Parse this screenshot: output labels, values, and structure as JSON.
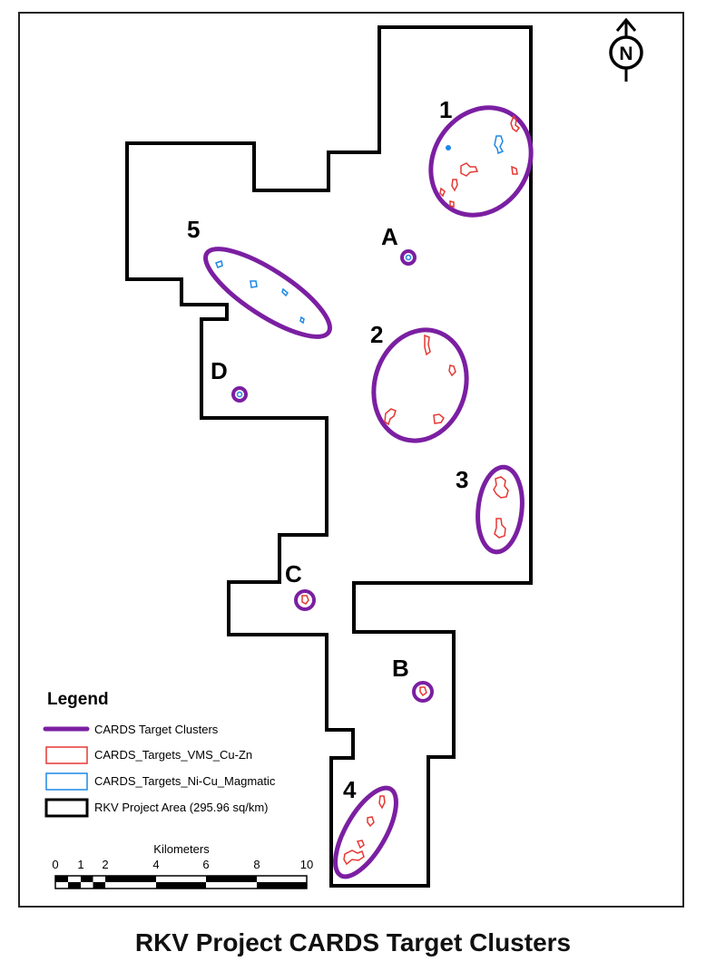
{
  "title": "RKV Project CARDS Target Clusters",
  "north_arrow_label": "N",
  "cluster_labels": {
    "c1": "1",
    "c2": "2",
    "c3": "3",
    "c4": "4",
    "c5": "5",
    "cA": "A",
    "cB": "B",
    "cC": "C",
    "cD": "D"
  },
  "legend": {
    "title": "Legend",
    "items": [
      {
        "label": "CARDS Target Clusters",
        "color": "#7b1fa2"
      },
      {
        "label": "CARDS_Targets_VMS_Cu-Zn",
        "color": "#e53935"
      },
      {
        "label": "CARDS_Targets_Ni-Cu_Magmatic",
        "color": "#1e88e5"
      },
      {
        "label": "RKV Project Area (295.96 sq/km)",
        "color": "#000000"
      }
    ]
  },
  "scale_bar": {
    "unit": "Kilometers",
    "ticks": [
      "0",
      "1",
      "2",
      "4",
      "6",
      "8",
      "10"
    ]
  },
  "colors": {
    "cluster": "#7b1fa2",
    "vms": "#e53935",
    "magmatic": "#1e88e5",
    "boundary": "#000000"
  }
}
